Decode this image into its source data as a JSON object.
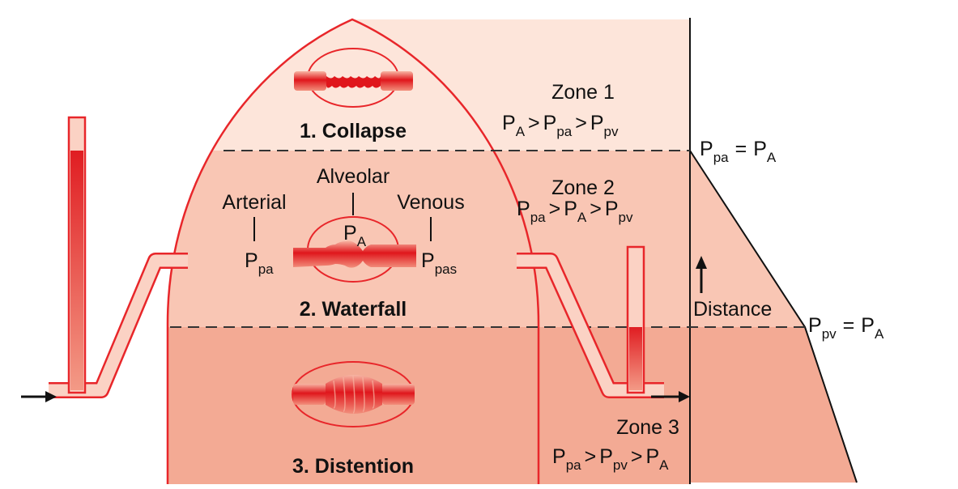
{
  "colors": {
    "zone1": "#fde5da",
    "zone2": "#f9c6b4",
    "zone3": "#f3aa94",
    "dome_outline": "#e8262a",
    "vessel_red": "#d8141a",
    "column_light": "#f6b3a0",
    "dashed_line": "#333333",
    "text": "#111111"
  },
  "zones": [
    {
      "id": "zone1",
      "title": "Zone 1",
      "label": "1. Collapse",
      "relation": [
        {
          "main": "P",
          "sub": "A"
        },
        ">",
        {
          "main": "P",
          "sub": "pa"
        },
        ">",
        {
          "main": "P",
          "sub": "pv"
        }
      ]
    },
    {
      "id": "zone2",
      "title": "Zone 2",
      "label": "2. Waterfall",
      "relation": [
        {
          "main": "P",
          "sub": "pa"
        },
        ">",
        {
          "main": "P",
          "sub": "A"
        },
        ">",
        {
          "main": "P",
          "sub": "pv"
        }
      ]
    },
    {
      "id": "zone3",
      "title": "Zone 3",
      "label": "3. Distention",
      "relation": [
        {
          "main": "P",
          "sub": "pa"
        },
        ">",
        {
          "main": "P",
          "sub": "pv"
        },
        ">",
        {
          "main": "P",
          "sub": "A"
        }
      ]
    }
  ],
  "waterfall_labels": {
    "arterial": "Arterial",
    "alveolar": "Alveolar",
    "venous": "Venous",
    "p_pa": {
      "main": "P",
      "sub": "pa"
    },
    "p_a": {
      "main": "P",
      "sub": "A"
    },
    "p_pas": {
      "main": "P",
      "sub": "pas"
    }
  },
  "boundaries": {
    "upper": {
      "lhs": {
        "main": "P",
        "sub": "pa"
      },
      "op": "=",
      "rhs": {
        "main": "P",
        "sub": "A"
      }
    },
    "lower": {
      "lhs": {
        "main": "P",
        "sub": "pv"
      },
      "op": "=",
      "rhs": {
        "main": "P",
        "sub": "A"
      }
    }
  },
  "distance_label": "Distance"
}
